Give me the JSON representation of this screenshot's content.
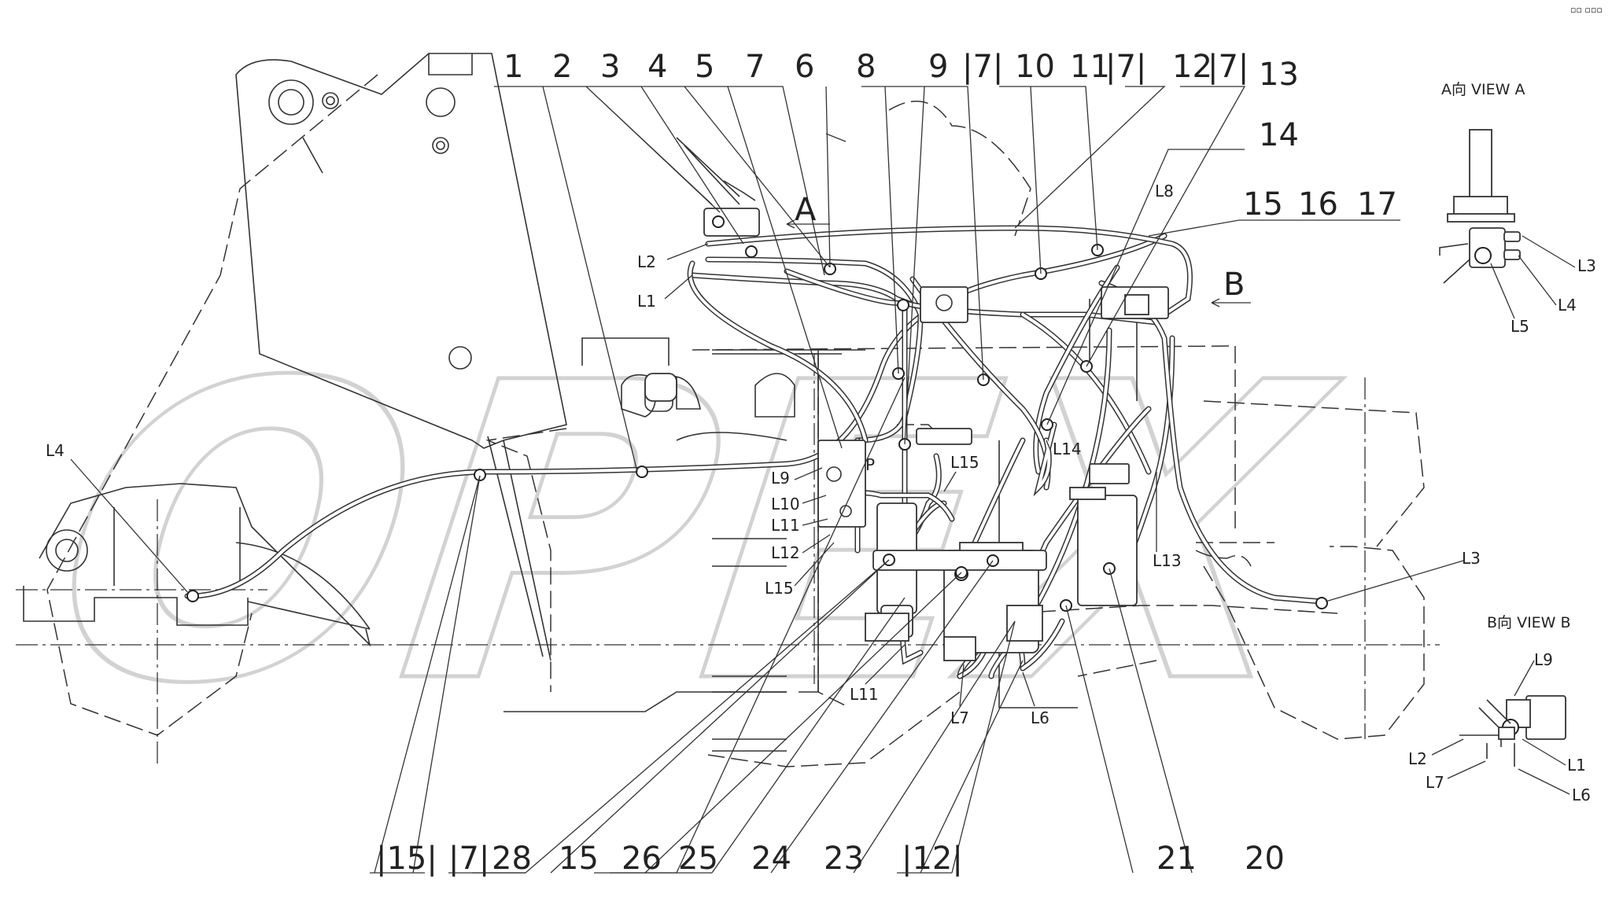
{
  "corner_mark": "▫▫ ▫▫▫",
  "watermark": "OPEX",
  "top_labels": [
    "1",
    "2",
    "3",
    "4",
    "5",
    "7",
    "6",
    "8",
    "9",
    "|7|",
    "10",
    "11",
    "|7|",
    "12",
    "|7|",
    "13",
    "14",
    "15",
    "16",
    "17"
  ],
  "bottom_labels": [
    "|15|",
    "|7|",
    "28",
    "15",
    "26",
    "25",
    "24",
    "23",
    "|12|",
    "21",
    "20"
  ],
  "view_markers": {
    "a": "A",
    "b": "B"
  },
  "connector_labels": {
    "l1": "L1",
    "l2": "L2",
    "l3": "L3",
    "l4": "L4",
    "l6": "L6",
    "l7": "L7",
    "l8": "L8",
    "l9": "L9",
    "l10": "L10",
    "l11_a": "L11",
    "l11_b": "L11",
    "l12": "L12",
    "l13": "L13",
    "l14": "L14",
    "l15_a": "L15",
    "l15_b": "L15"
  },
  "view_a": {
    "title": "A向  VIEW A",
    "labels": {
      "l3": "L3",
      "l4": "L4",
      "l5": "L5"
    }
  },
  "view_b": {
    "title": "B向  VIEW B",
    "labels": {
      "l9": "L9",
      "l2": "L2",
      "l1": "L1",
      "l7": "L7",
      "l6": "L6"
    }
  },
  "valve_marker": "P"
}
